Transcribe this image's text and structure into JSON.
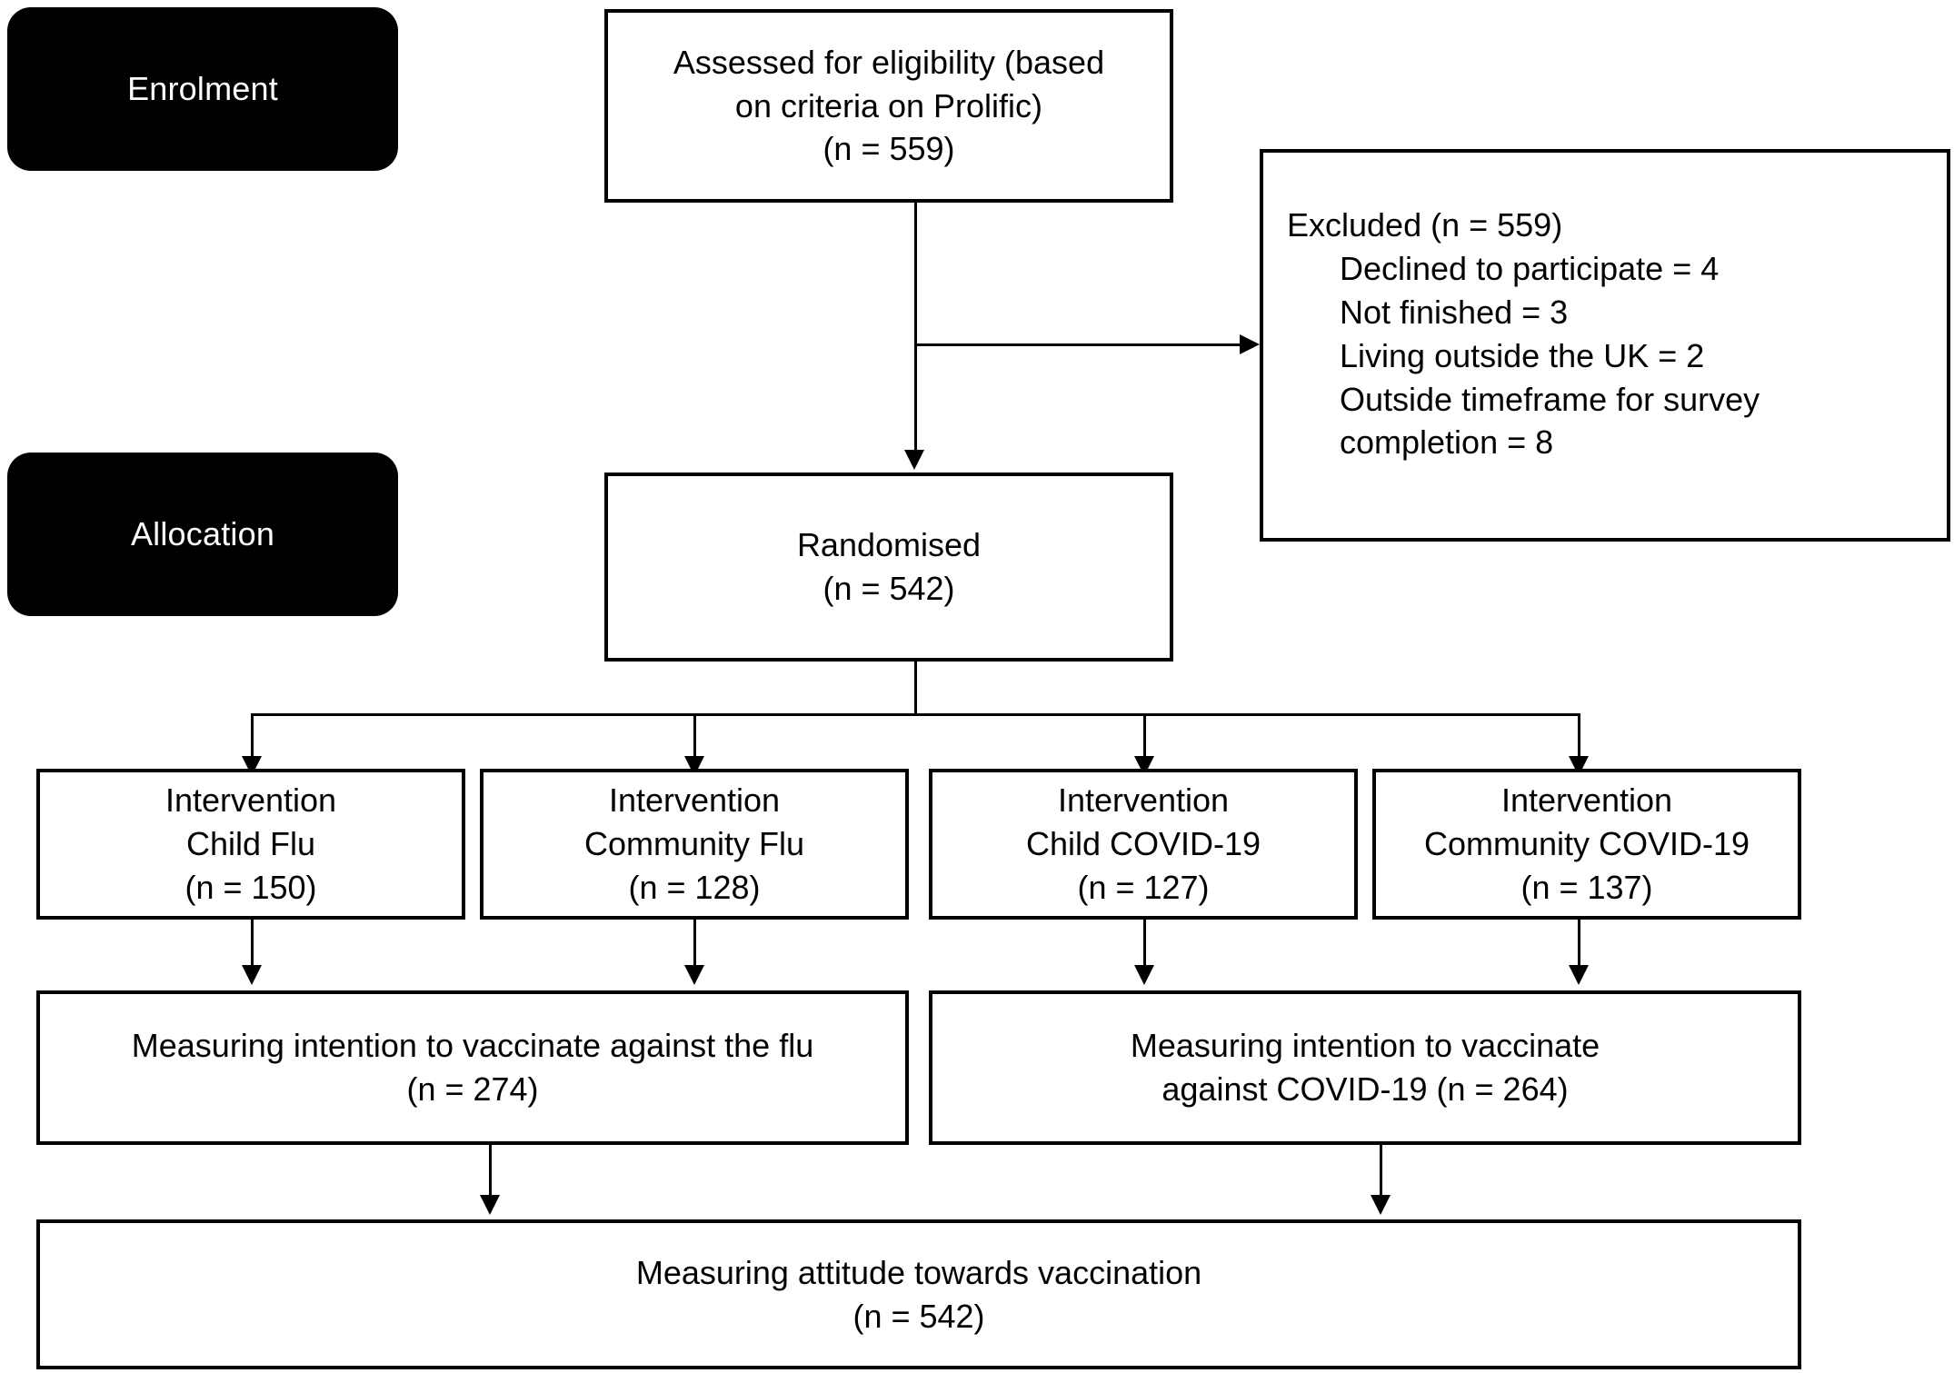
{
  "diagram": {
    "type": "consort-flow-diagram",
    "stages": [
      {
        "id": "enrolment",
        "label": "Enrolment"
      },
      {
        "id": "allocation",
        "label": "Allocation"
      }
    ],
    "boxes": {
      "assessed": {
        "text": "Assessed for eligibility (based\non criteria on Prolific)\n(n = 559)",
        "n": 559
      },
      "excluded": {
        "heading": "Excluded (n = 559)",
        "n": 559,
        "reasons": [
          "Declined to participate = 4",
          "Not finished = 3",
          "Living outside the UK = 2",
          "Outside timeframe for survey",
          "completion = 8"
        ]
      },
      "randomised": {
        "text": "Randomised\n(n = 542)",
        "n": 542
      },
      "arm_child_flu": {
        "text": "Intervention\nChild Flu\n(n = 150)",
        "n": 150
      },
      "arm_community_flu": {
        "text": "Intervention\nCommunity Flu\n(n = 128)",
        "n": 128
      },
      "arm_child_covid": {
        "text": "Intervention\nChild COVID-19\n(n = 127)",
        "n": 127
      },
      "arm_community_covid": {
        "text": "Intervention\nCommunity COVID-19\n(n = 137)",
        "n": 137
      },
      "outcome_flu": {
        "text": "Measuring intention to vaccinate against the flu\n(n = 274)",
        "n": 274
      },
      "outcome_covid": {
        "text": "Measuring intention to vaccinate\nagainst COVID-19 (n = 264)",
        "n": 264
      },
      "outcome_attitude": {
        "text": "Measuring attitude towards vaccination\n(n = 542)",
        "n": 542
      }
    },
    "colors": {
      "stage_tag_background": "#000000",
      "stage_tag_text": "#ffffff",
      "box_border": "#000000",
      "box_background": "#ffffff",
      "connector": "#000000",
      "page_background": "#ffffff"
    }
  }
}
